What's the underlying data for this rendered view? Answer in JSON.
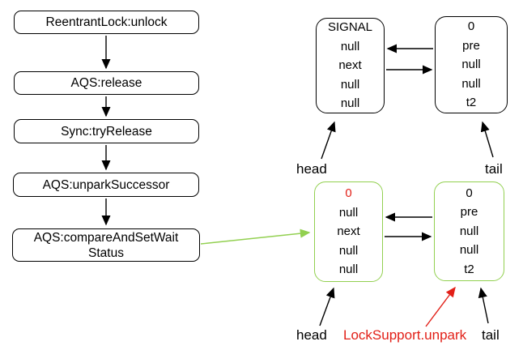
{
  "colors": {
    "black": "#000000",
    "red": "#e22018",
    "green": "#92d050",
    "background": "#ffffff"
  },
  "flowchart": {
    "steps": [
      {
        "label": "ReentrantLock:unlock"
      },
      {
        "label": "AQS:release"
      },
      {
        "label": "Sync:tryRelease"
      },
      {
        "label": "AQS:unparkSuccessor"
      },
      {
        "label": "AQS:compareAndSetWait",
        "label2": "Status"
      }
    ]
  },
  "queue_before": {
    "head_label": "head",
    "tail_label": "tail",
    "head_node": {
      "rows": [
        "SIGNAL",
        "null",
        "next",
        "null",
        "null"
      ]
    },
    "tail_node": {
      "rows": [
        "0",
        "pre",
        "null",
        "null",
        "t2"
      ]
    }
  },
  "queue_after": {
    "head_label": "head",
    "tail_label": "tail",
    "unpark_label": "LockSupport.unpark",
    "head_node": {
      "rows": [
        "0",
        "null",
        "next",
        "null",
        "null"
      ]
    },
    "tail_node": {
      "rows": [
        "0",
        "pre",
        "null",
        "null",
        "t2"
      ]
    }
  }
}
